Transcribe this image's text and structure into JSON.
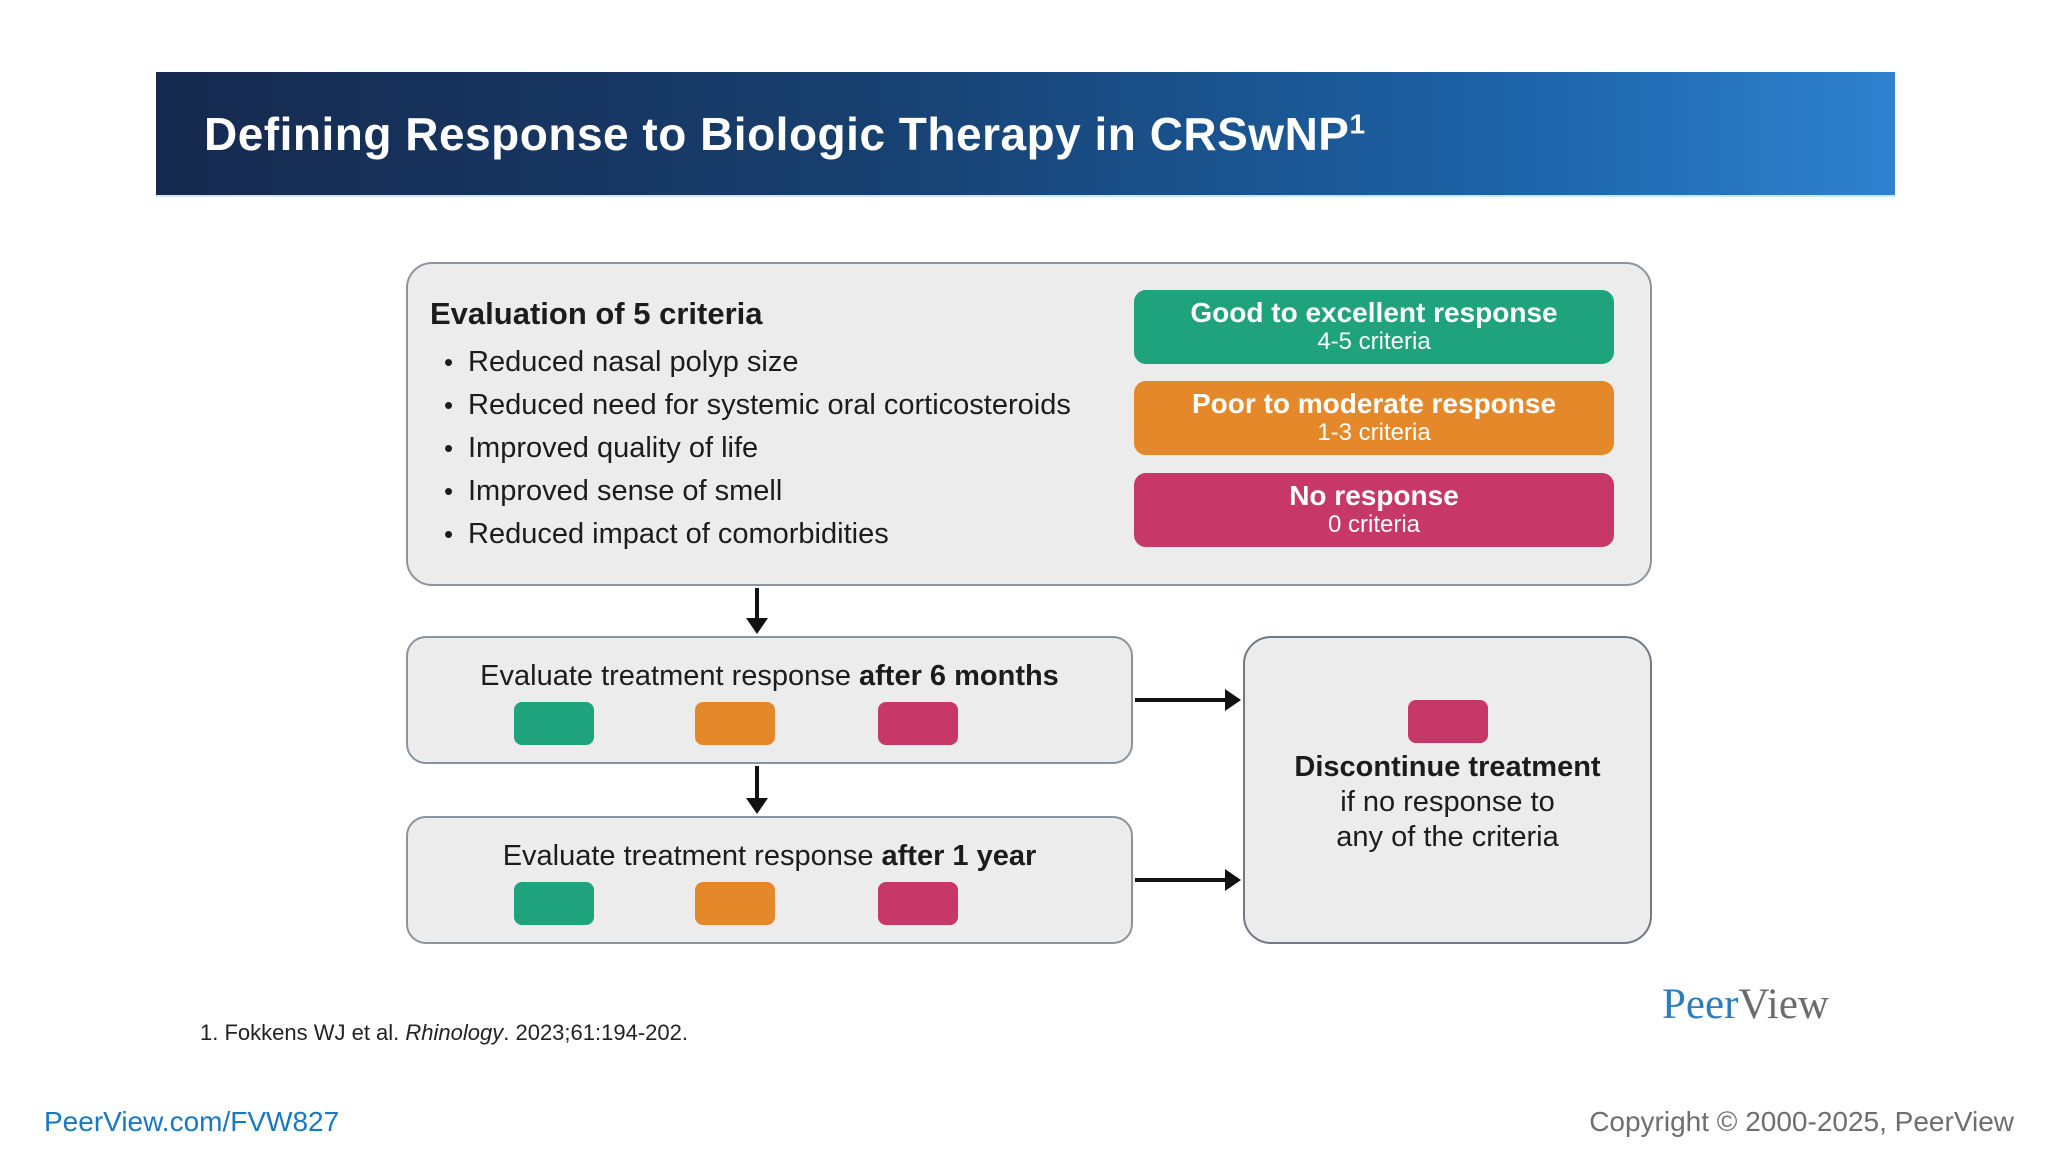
{
  "slide": {
    "title": "Defining Response to Biologic Therapy in CRSwNP",
    "title_sup": "1",
    "criteria_box": {
      "heading": "Evaluation of 5 criteria",
      "bullets": [
        "Reduced nasal polyp size",
        "Reduced need for systemic oral corticosteroids",
        "Improved quality of life",
        "Improved sense of smell",
        "Reduced impact of comorbidities"
      ]
    },
    "responses": [
      {
        "label": "Good to excellent response",
        "sub": "4-5 criteria",
        "color": "#1FA37C"
      },
      {
        "label": "Poor to moderate response",
        "sub": "1-3 criteria",
        "color": "#E5882A"
      },
      {
        "label": "No response",
        "sub": "0 criteria",
        "color": "#C73767"
      }
    ],
    "eval_boxes": [
      {
        "prefix": "Evaluate treatment response ",
        "bold": "after 6 months"
      },
      {
        "prefix": "Evaluate treatment response ",
        "bold": "after 1 year"
      }
    ],
    "discontinue": {
      "bold": "Discontinue treatment",
      "line2": "if no response to",
      "line3": "any of the criteria"
    },
    "footnote": {
      "prefix": "1. Fokkens WJ et al. ",
      "italic": "Rhinology",
      "suffix": ". 2023;61:194-202."
    },
    "logo": {
      "part1": "Peer",
      "part2": "View"
    },
    "footer": {
      "link": "PeerView.com/FVW827",
      "copyright": "Copyright © 2000-2025, PeerView"
    },
    "colors": {
      "green": "#1FA37C",
      "orange": "#E5882A",
      "crimson": "#C73767",
      "header_left": "#16294E",
      "header_right": "#2E82CF",
      "box_fill": "#ECECEC",
      "link_blue": "#1878C2",
      "logo_blue": "#2E7CB9",
      "gray_text": "#6E6E6E"
    }
  }
}
